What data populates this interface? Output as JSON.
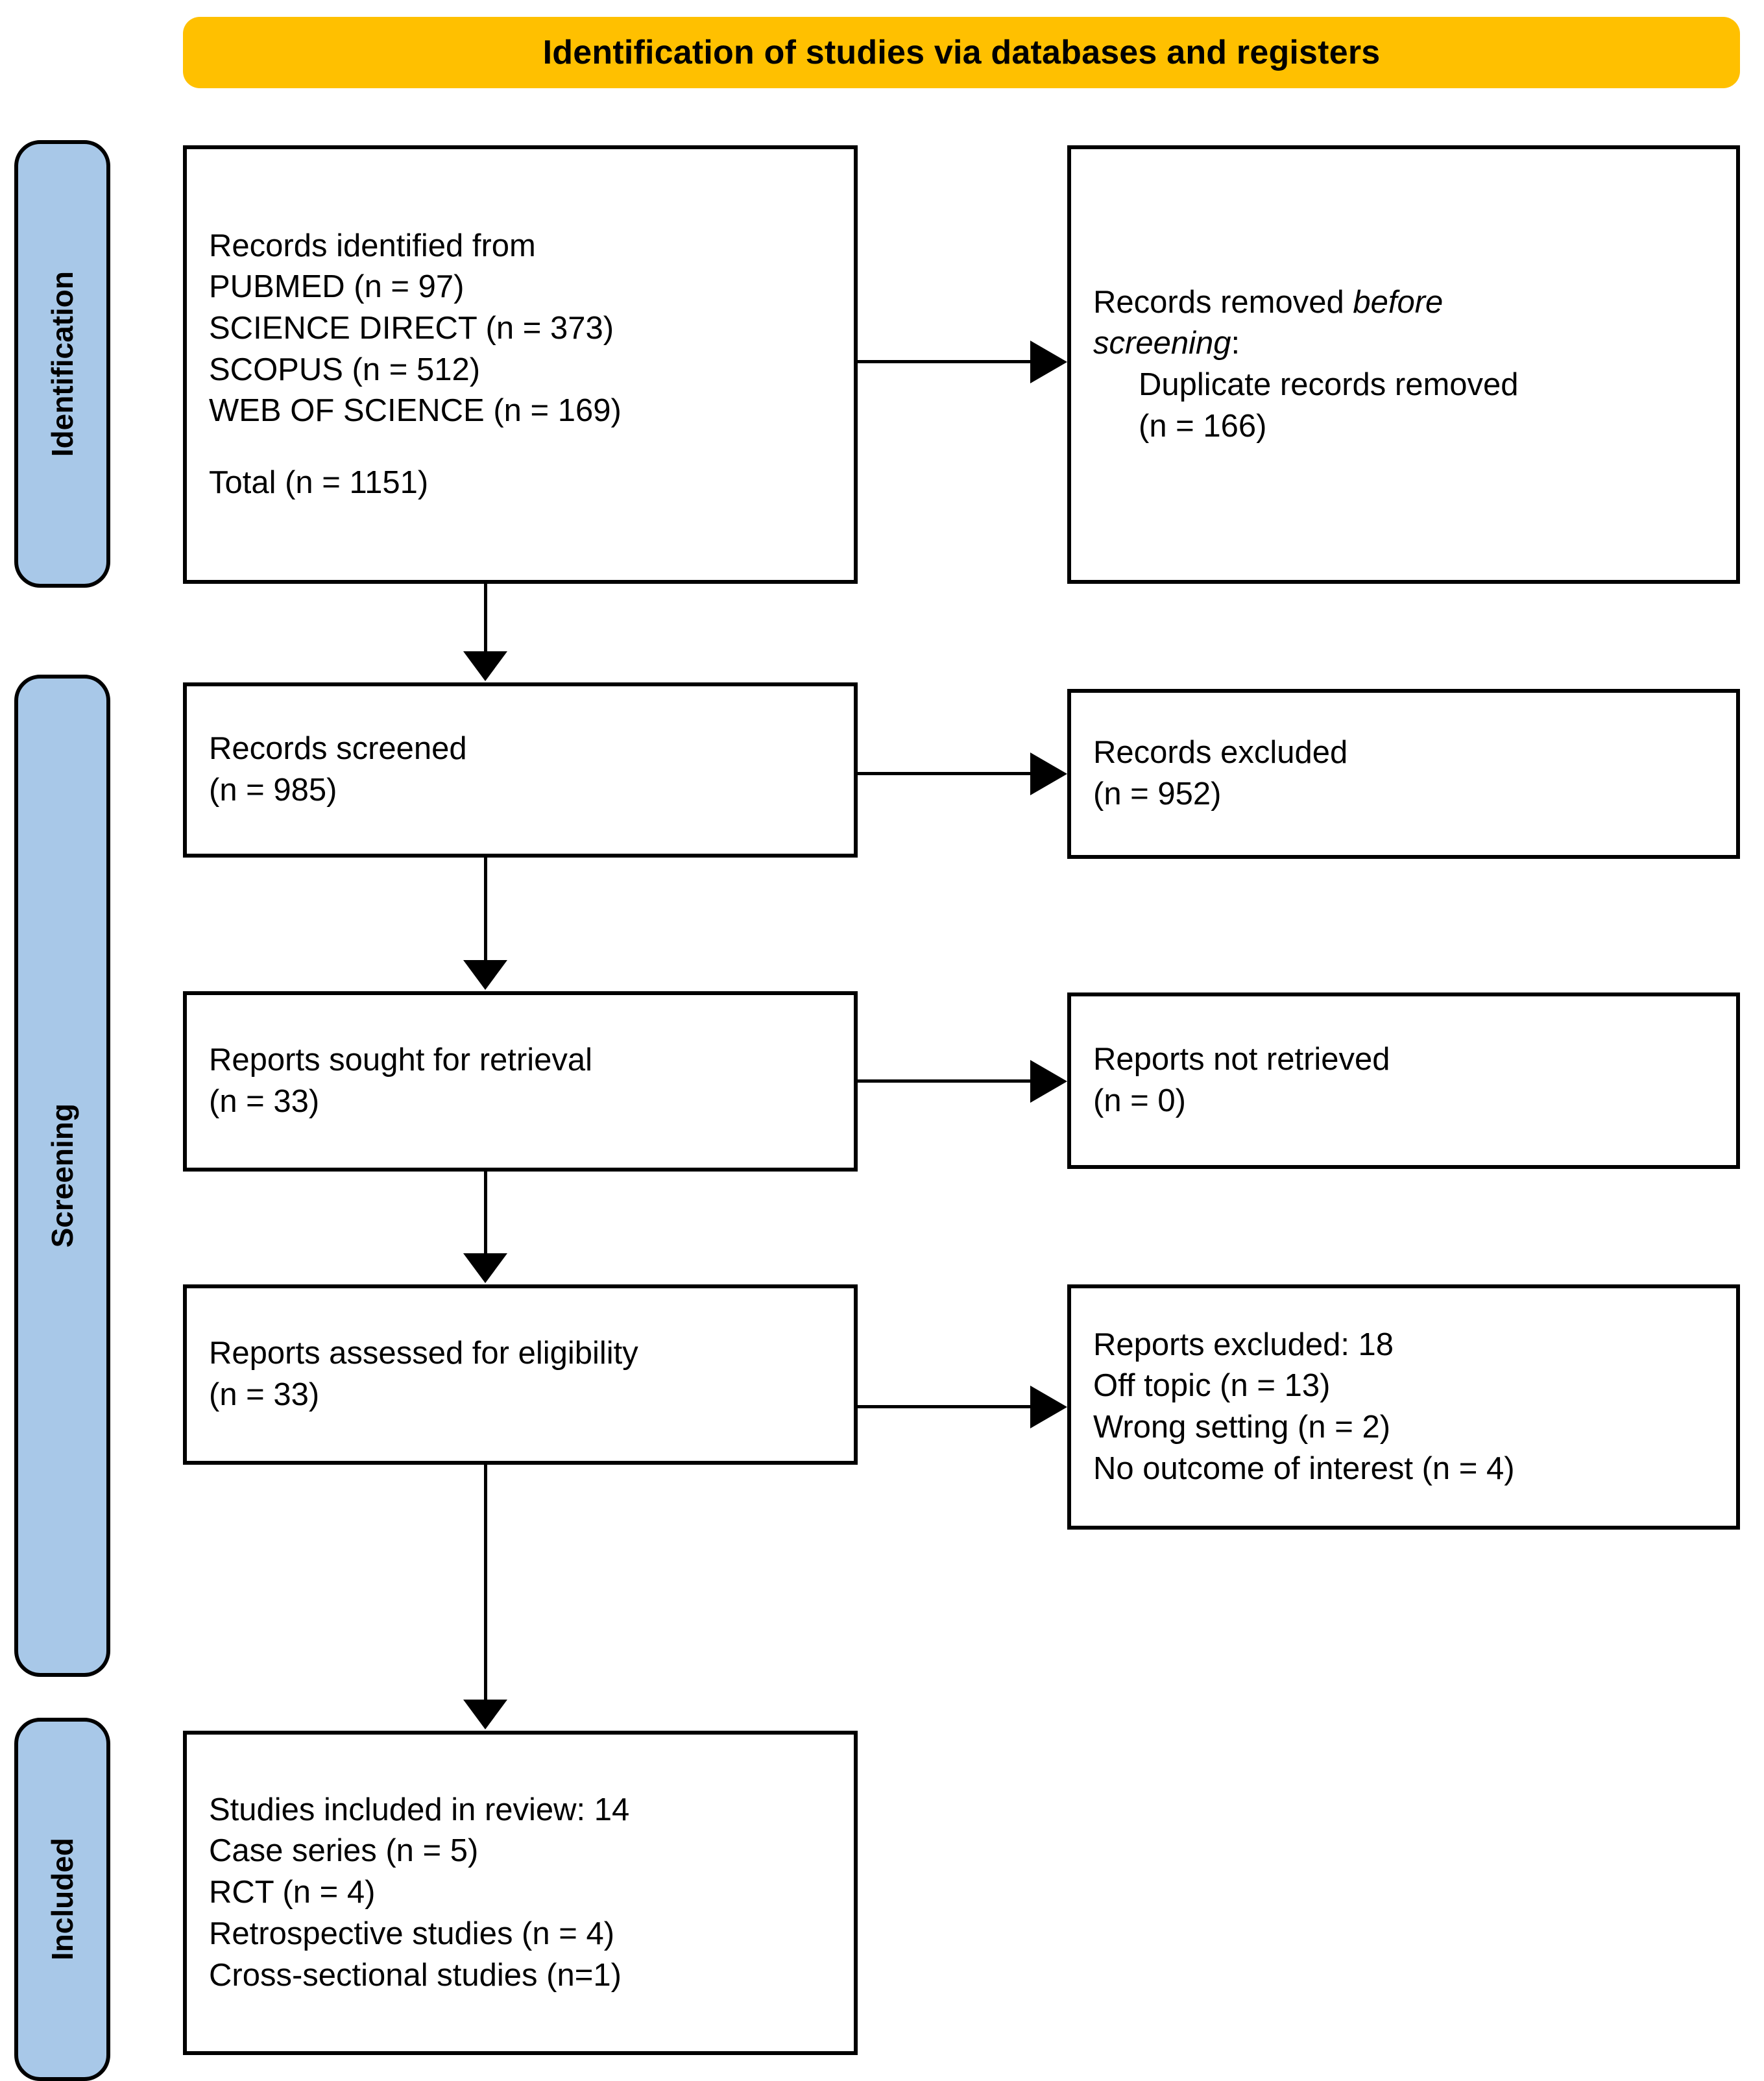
{
  "header": {
    "title": "Identification of studies via databases and registers",
    "accent_color": "#FFC000"
  },
  "stages": {
    "accent_color": "#A8C8E8",
    "identification": "Identification",
    "screening": "Screening",
    "included": "Included"
  },
  "flow": {
    "identified": {
      "l1": "Records identified from",
      "l2": "PUBMED (n = 97)",
      "l3": "SCIENCE DIRECT (n = 373)",
      "l4": "SCOPUS (n = 512)",
      "l5": "WEB OF SCIENCE (n = 169)",
      "l6": "Total (n = 1151)"
    },
    "removed": {
      "l1a": "Records removed ",
      "l1b": "before",
      "l2": "screening",
      "l2b": ":",
      "l3": "Duplicate records removed",
      "l4": "(n = 166)"
    },
    "screened": {
      "l1": "Records screened",
      "l2": "(n = 985)"
    },
    "excluded": {
      "l1": "Records excluded",
      "l2": "(n = 952)"
    },
    "sought": {
      "l1": "Reports sought for retrieval",
      "l2": "(n = 33)"
    },
    "not_retrieved": {
      "l1": "Reports not retrieved",
      "l2": "(n = 0)"
    },
    "assessed": {
      "l1": "Reports assessed for eligibility",
      "l2": "(n = 33)"
    },
    "reports_excluded": {
      "l1": "Reports excluded: 18",
      "l2": "Off topic (n = 13)",
      "l3": "Wrong setting (n = 2)",
      "l4": "No outcome of interest (n = 4)"
    },
    "included": {
      "l1": "Studies included in review: 14",
      "l2": "Case series (n = 5)",
      "l3": "RCT (n = 4)",
      "l4": "Retrospective studies (n = 4)",
      "l5": "Cross-sectional studies (n=1)"
    }
  }
}
